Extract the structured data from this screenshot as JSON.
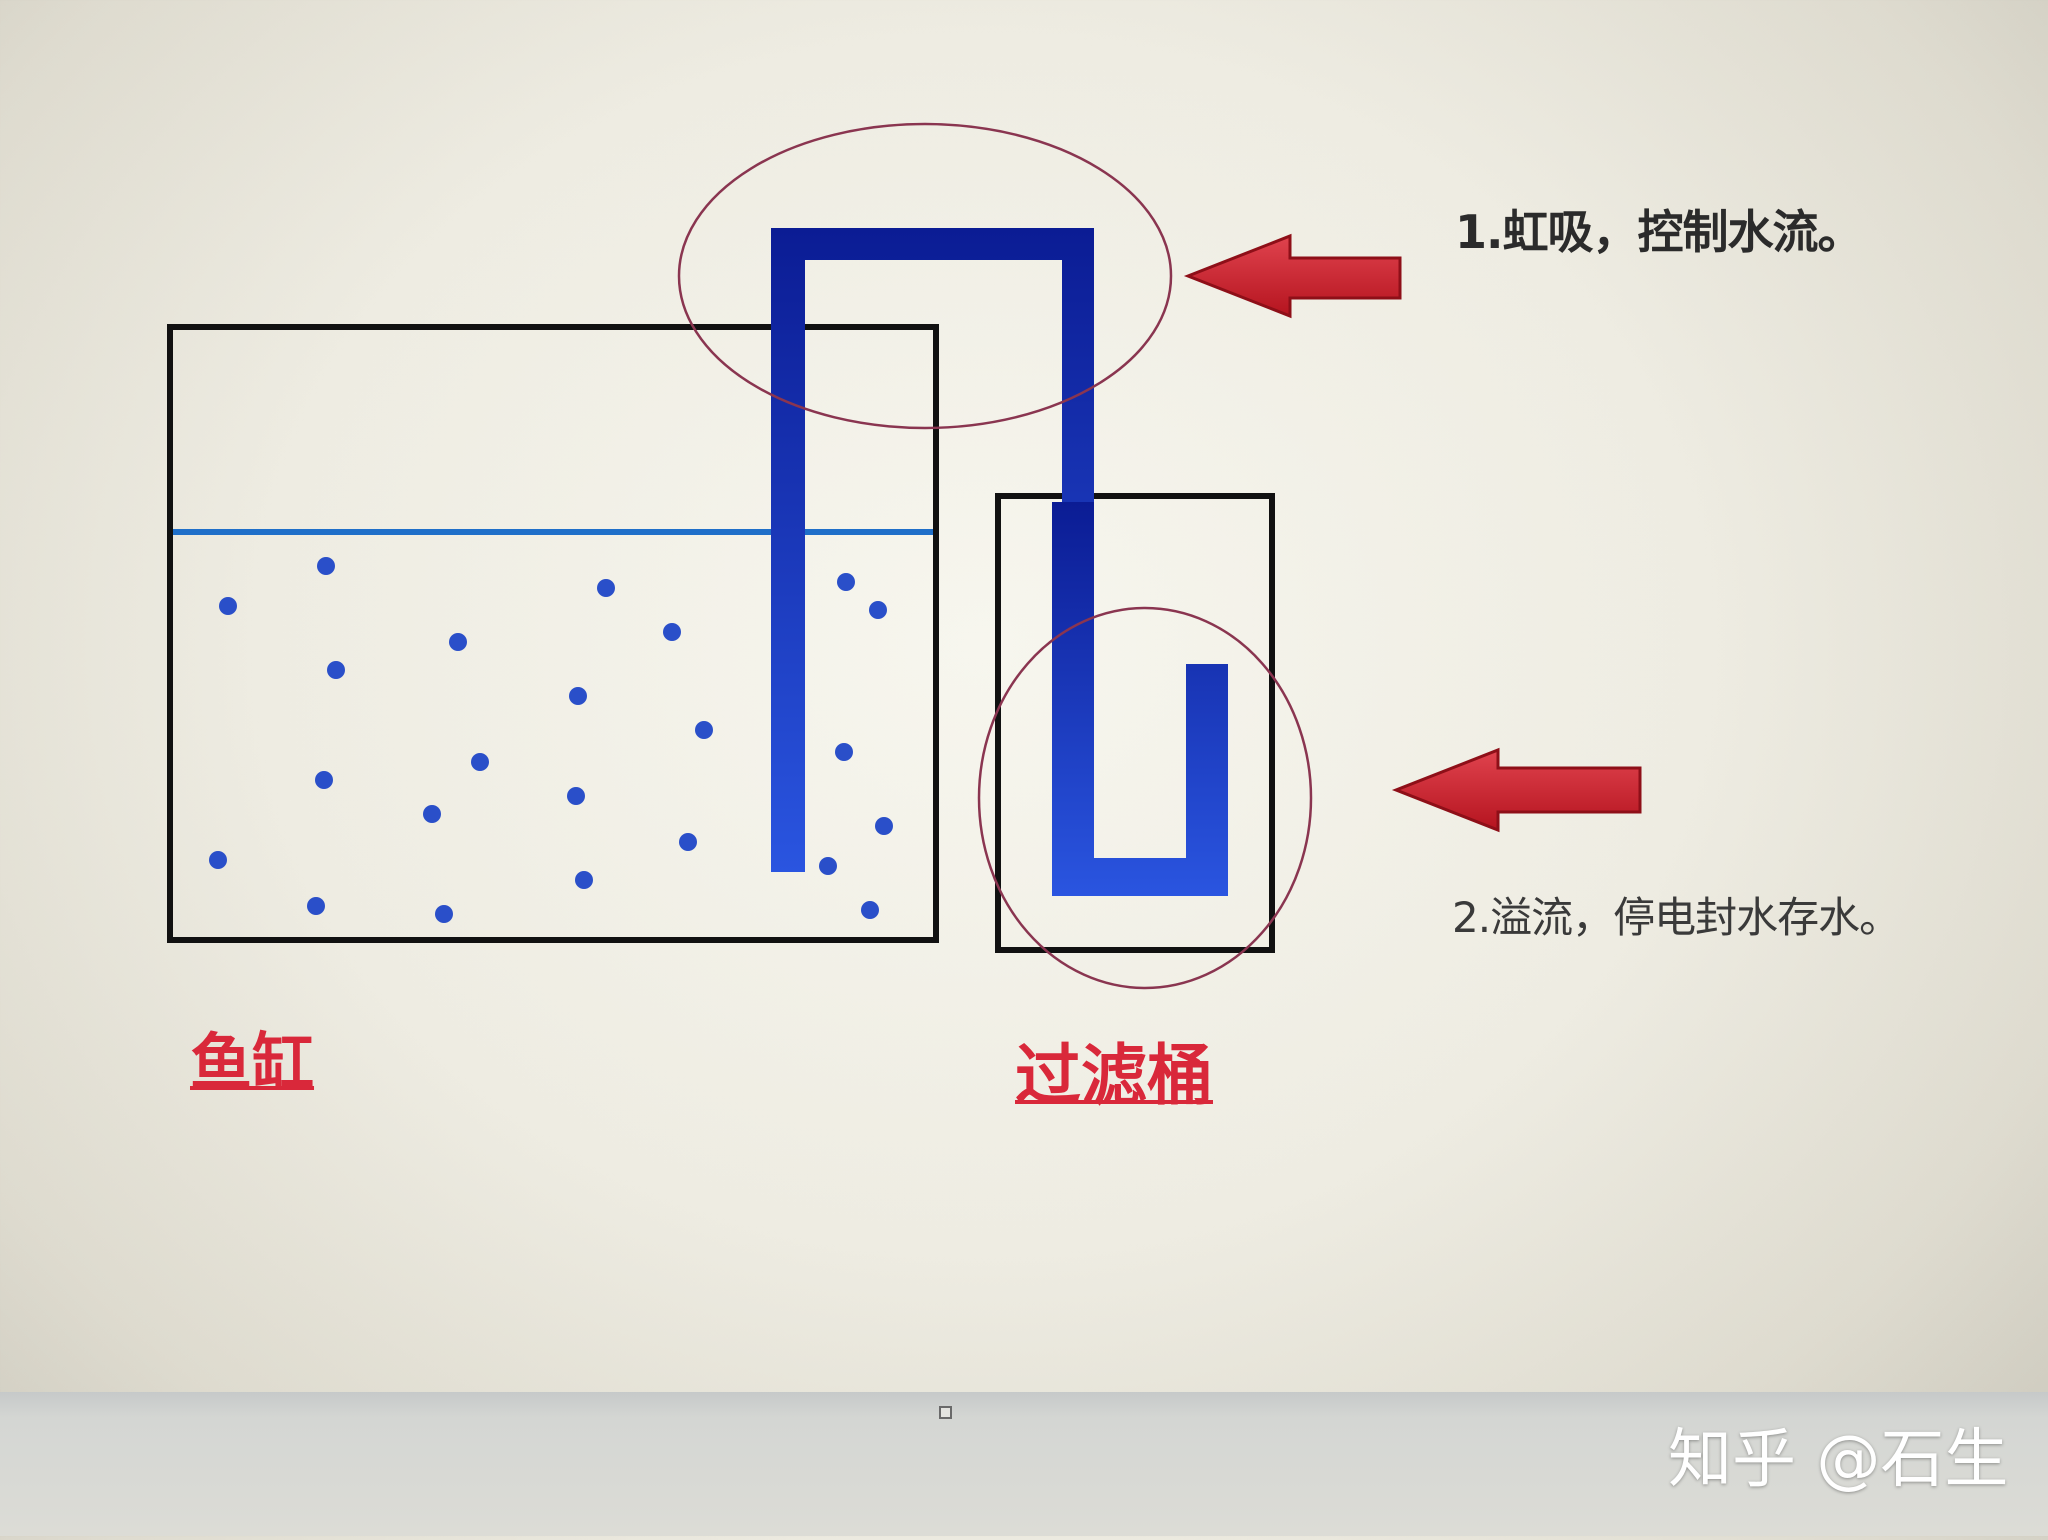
{
  "annotations": {
    "siphon": "1.虹吸，控制水流。",
    "overflow": "2.溢流，停电封水存水。"
  },
  "labels": {
    "tank": "鱼缸",
    "filter": "过滤桶"
  },
  "watermark": "知乎 @石生",
  "colors": {
    "pipe_dark": "#0b1c94",
    "pipe_light": "#2a55e0",
    "label_red": "#d9283a",
    "arrow_red": "#c8202c",
    "circle_outline": "#8a3550",
    "water_line": "#1f6fc9",
    "bubble": "#2a4fc9"
  },
  "icons": [
    "left-arrow-icon",
    "left-arrow-icon"
  ]
}
